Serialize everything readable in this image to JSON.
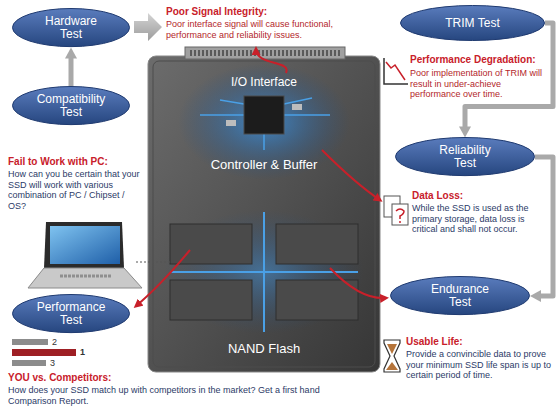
{
  "diagram": {
    "nodes": [
      {
        "text": [
          "Hardware Test"
        ]
      },
      {
        "text": [
          "TRIM Test"
        ]
      },
      {
        "text": [
          "Compatibility Test"
        ]
      },
      {
        "text": [
          "Reliability Test"
        ]
      },
      {
        "text": [
          "Performance Test"
        ]
      },
      {
        "text": [
          "Endurance Test"
        ]
      }
    ],
    "edges": [
      {
        "from": 2,
        "to": 0,
        "arrow": "to"
      },
      {
        "from": 1,
        "to": 3,
        "arrow": "to"
      },
      {
        "from": 3,
        "to": 5,
        "arrow": "to"
      }
    ],
    "labels": [
      "Poor Signal Integrity:",
      "Poor interface signal will cause functional, performance and reliability issues.",
      "Performance Degradation:",
      "Poor implementation of TRIM will result in under-achieve performance over time.",
      "I/O Interface",
      "Controller & Buffer",
      "NAND Flash",
      "Fail to Work with PC:",
      "How can you be certain that your SSD will work with various combination of PC / Chipset / OS?",
      "Data Loss:",
      "While the SSD is used as the primary storage, data loss is critical and shall not occur.",
      "2",
      "1",
      "3",
      "YOU vs. Competitors:",
      "How does your SSD match up with competitors in the market? Get a first hand Comparison Report.",
      "Usable Life:",
      "Provide a convincible data to prove your minimum SSD life span is up to certain period of time."
    ]
  }
}
